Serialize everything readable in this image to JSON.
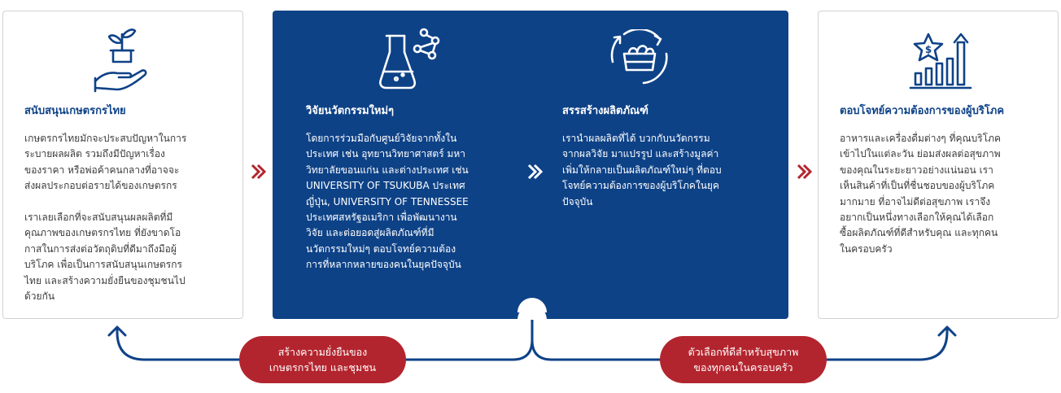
{
  "colors": {
    "navy": "#0e4287",
    "red": "#b3252e",
    "gray_border": "#d2d2d2",
    "text": "#3c3c3c"
  },
  "steps": [
    {
      "icon": "seedling-in-hand-icon",
      "title": "สนับสนุนเกษตรกรไทย",
      "body": "เกษตรกรไทยมักจะประสบปัญหาในการ\nระบายผลผลิต รวมถึงมีปัญหาเรื่อง\nของราคา หรือพ่อค้าคนกลางที่อาจจะ\nส่งผลประกอบต่อรายได้ของเกษตรกร\n\nเราเลยเลือกที่จะสนับสนุนผลผลิตที่มี\nคุณภาพของเกษตรกรไทย ที่ยังขาดโอ\nกาสในการส่งต่อวัตถุดิบที่ดีมาถึงมือผู้\nบริโภค เพื่อเป็นการสนับสนุนเกษตรกร\nไทย และสร้างความยั่งยืนของชุมชนไป\nด้วยกัน"
    },
    {
      "icon": "lab-flask-icon",
      "title": "วิจัยนวัตกรรมใหม่ๆ",
      "body": "โดยการร่วมมือกับศูนย์วิจัยจากทั้งใน\nประเทศ เช่น อุทยานวิทยาศาสตร์ มหา\nวิทยาลัยขอนแก่น และต่างประเทศ เช่น\nUNIVERSITY OF TSUKUBA ประเทศ\nญี่ปุ่น, UNIVERSITY OF TENNESSEE\nประเทศสหรัฐอเมริกา เพื่อพัฒนางาน\nวิจัย และต่อยอดสู่ผลิตภัณฑ์ที่มี\nนวัตกรรมใหม่ๆ ตอบโจทย์ความต้อง\nการที่หลากหลายของคนในยุคปัจจุบัน"
    },
    {
      "icon": "produce-crate-cycle-icon",
      "title": "สรรสร้างผลิตภัณฑ์",
      "body": "เรานำผลผลิตที่ได้ บวกกับนวัตกรรม\nจากผลวิจัย มาแปรรูป และสร้างมูลค่า\nเพิ่มให้กลายเป็นผลิตภัณฑ์ใหม่ๆ ที่ตอบ\nโจทย์ความต้องการของผู้บริโภคในยุค\nปัจจุบัน"
    },
    {
      "icon": "growth-chart-star-icon",
      "title": "ตอบโจทย์ความต้องการของผู้บริโภค",
      "body": "อาหารและเครื่องดื่มต่างๆ ที่คุณบริโภค\nเข้าไปในแต่ละวัน ย่อมส่งผลต่อสุขภาพ\nของคุณในระยะยาวอย่างแน่นอน เรา\nเห็นสินค้าที่เป็นที่ชื่นชอบของผู้บริโภค\nมากมาย ที่อาจไม่ดีต่อสุขภาพ เราจึง\nอยากเป็นหนึ่งทางเลือกให้คุณได้เลือก\nซื้อผลิตภัณฑ์ที่ดีสำหรับคุณ และทุกคน\nในครอบครัว"
    }
  ],
  "outcomes": [
    {
      "label": "สร้างความยั่งยืนของ\nเกษตรกรไทย และชุมชน"
    },
    {
      "label": "ตัวเลือกที่ดีสำหรับสุขภาพ\nของทุกคนในครอบครัว"
    }
  ]
}
